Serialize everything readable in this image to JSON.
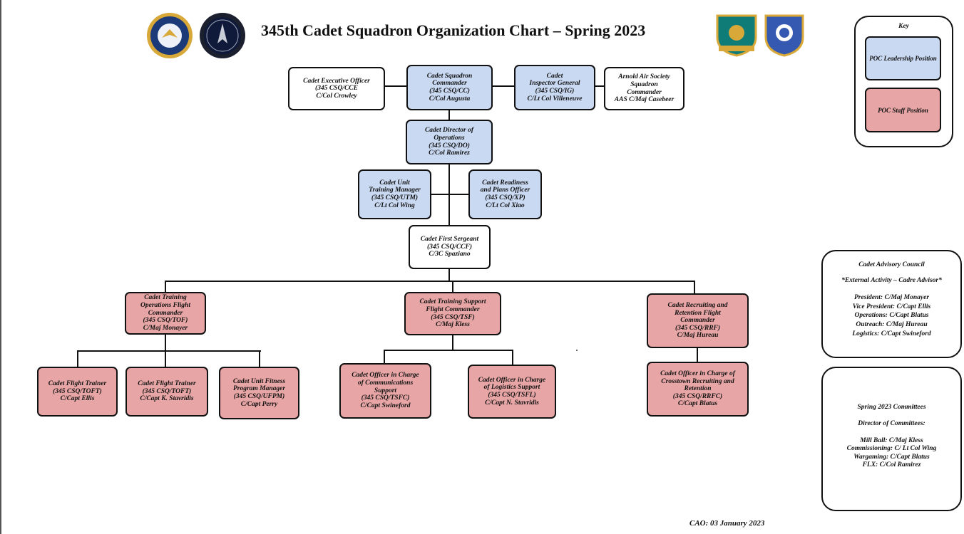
{
  "title": "345th Cadet Squadron Organization Chart – Spring 2023",
  "key": {
    "heading": "Key",
    "leadership": "POC Leadership Position",
    "staff": "POC Staff Position"
  },
  "nodes": {
    "exec": "Cadet Executive Officer\n(345 CSQ/CCE\nC/Col Crowley",
    "cc": "Cadet Squadron\nCommander\n(345 CSQ/CC)\nC/Col Augusta",
    "ig": "Cadet\nInspector General\n(345 CSQ/IG)\nC/Lt Col Villeneuve",
    "aas": "Arnold Air Society\nSquadron\nCommander\nAAS C/Maj Casebeer",
    "do": "Cadet Director of\nOperations\n(345 CSQ/DO)\nC/Col Ramirez",
    "utm": "Cadet Unit\nTraining Manager\n(345 CSQ/UTM)\nC/Lt Col Wing",
    "xp": "Cadet Readiness\nand Plans Officer\n(345 CSQ/XP)\nC/Lt Col Xiao",
    "ccf": "Cadet First Sergeant\n(345 CSQ/CCF)\nC/3C Spaziano",
    "tof": "Cadet Training\nOperations Flight\nCommander\n(345 CSQ/TOF)\nC/Maj Monayer",
    "tsf": "Cadet Training Support\nFlight Commander\n(345 CSQ/TSF)\nC/Maj Kless",
    "rrf": "Cadet Recruiting and\nRetention Flight\nCommander\n(345 CSQ/RRF)\nC/Maj Hureau",
    "toft1": "Cadet Flight Trainer\n(345 CSQ/TOFT)\nC/Capt Ellis",
    "toft2": "Cadet Flight Trainer\n(345 CSQ/TOFT)\nC/Capt K. Stavridis",
    "ufpm": "Cadet Unit Fitness\nProgram Manager\n(345 CSQ/UFPM)\nC/Capt Perry",
    "tsfc": "Cadet Officer in Charge\nof Communications\nSupport\n(345 CSQ/TSFC)\nC/Capt Swineford",
    "tsfl": "Cadet Officer in Charge\nof Logistics Support\n(345 CSQ/TSFL)\nC/Capt N. Stavridis",
    "rrfc": "Cadet Officer in Charge of\nCrosstown Recruiting and\nRetention\n(345 CSQ/RRFC)\nC/Capt Blatus"
  },
  "advisory": {
    "heading": "Cadet Advisory Council",
    "note": "*External Activity – Cadre Advisor*",
    "members": "President: C/Maj Monayer\nVice President: C/Capt Ellis\nOperations: C/Capt Blatus\nOutreach: C/Maj Hureau\nLogistics: C/Capt Swineford"
  },
  "committees": {
    "heading": "Spring 2023 Committees",
    "director": "Director of Committees:",
    "members": "Mill Ball: C/Maj Kless\nCommissioning: C/ Lt Col Wing\nWargaming: C/Capt Blatus\nFLX: C/Col Ramirez"
  },
  "footer": "CAO: 03 January 2023",
  "colors": {
    "leadership": "#c9d9f2",
    "staff": "#e7a5a5"
  }
}
